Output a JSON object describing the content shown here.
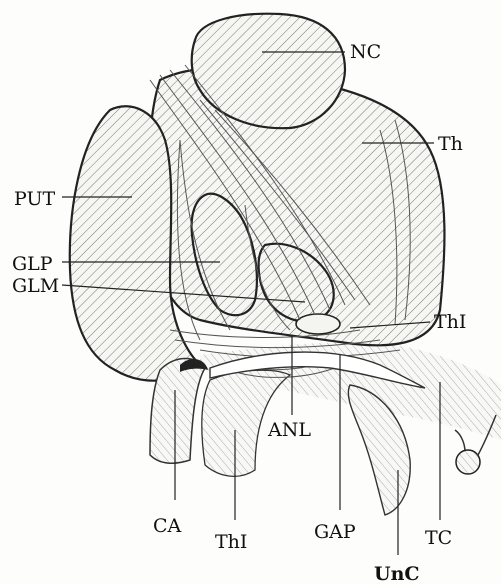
{
  "diagram": {
    "labels": {
      "nc": "NC",
      "th": "Th",
      "put": "PUT",
      "glp": "GLP",
      "glm": "GLM",
      "thl_right": "ThI",
      "anl": "ANL",
      "tc": "TC",
      "ca": "CA",
      "thl_bottom": "ThI",
      "gap": "GAP",
      "unc": "UnC"
    }
  }
}
